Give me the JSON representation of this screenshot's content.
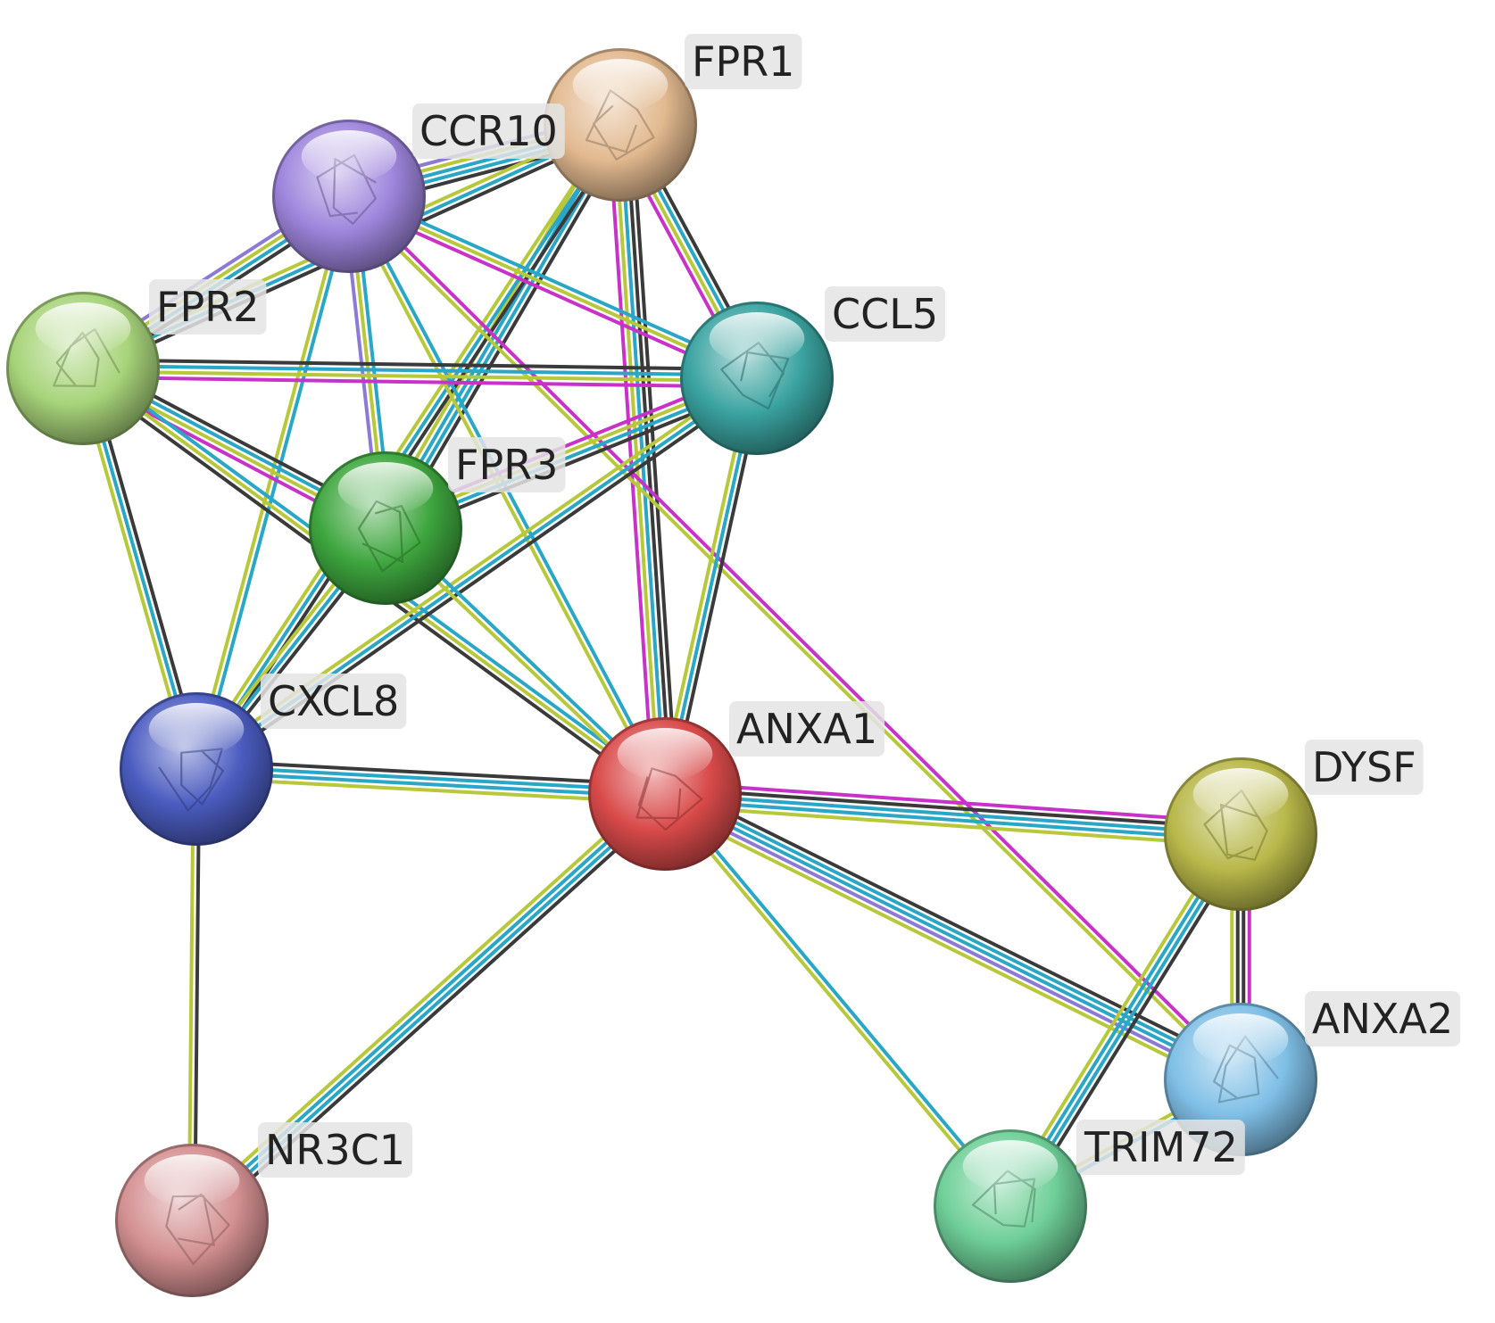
{
  "nodes": [
    {
      "id": "FPR1",
      "label": "FPR1",
      "color": "#e2b98f"
    },
    {
      "id": "CCR10",
      "label": "CCR10",
      "color": "#9e85dc"
    },
    {
      "id": "FPR2",
      "label": "FPR2",
      "color": "#a7d47a"
    },
    {
      "id": "CCL5",
      "label": "CCL5",
      "color": "#3aa3a0"
    },
    {
      "id": "FPR3",
      "label": "FPR3",
      "color": "#3ea63e"
    },
    {
      "id": "CXCL8",
      "label": "CXCL8",
      "color": "#4b5cc0"
    },
    {
      "id": "ANXA1",
      "label": "ANXA1",
      "color": "#d94a4a"
    },
    {
      "id": "DYSF",
      "label": "DYSF",
      "color": "#b8b84a"
    },
    {
      "id": "ANXA2",
      "label": "ANXA2",
      "color": "#7fbfe6"
    },
    {
      "id": "TRIM72",
      "label": "TRIM72",
      "color": "#6fcf98"
    },
    {
      "id": "NR3C1",
      "label": "NR3C1",
      "color": "#d49092"
    }
  ],
  "edge_colors": {
    "black": "#3a3a3a",
    "cyan": "#2aa6c6",
    "olive": "#b7c83a",
    "magenta": "#c832c8",
    "lavender": "#8c7ad6"
  },
  "edges": [
    {
      "source": "FPR1",
      "target": "CCR10",
      "types": [
        "black",
        "cyan",
        "cyan",
        "olive",
        "lavender"
      ]
    },
    {
      "source": "FPR1",
      "target": "FPR2",
      "types": [
        "black",
        "cyan",
        "olive"
      ]
    },
    {
      "source": "FPR1",
      "target": "CCL5",
      "types": [
        "black",
        "cyan",
        "olive",
        "magenta"
      ]
    },
    {
      "source": "FPR1",
      "target": "FPR3",
      "types": [
        "black",
        "cyan",
        "cyan",
        "olive"
      ]
    },
    {
      "source": "FPR1",
      "target": "CXCL8",
      "types": [
        "black",
        "cyan",
        "olive"
      ]
    },
    {
      "source": "FPR1",
      "target": "ANXA1",
      "types": [
        "black",
        "black",
        "cyan",
        "olive",
        "magenta"
      ]
    },
    {
      "source": "CCR10",
      "target": "FPR2",
      "types": [
        "black",
        "cyan",
        "olive",
        "lavender"
      ]
    },
    {
      "source": "CCR10",
      "target": "CCL5",
      "types": [
        "cyan",
        "olive",
        "magenta"
      ]
    },
    {
      "source": "CCR10",
      "target": "FPR3",
      "types": [
        "cyan",
        "olive",
        "lavender"
      ]
    },
    {
      "source": "CCR10",
      "target": "CXCL8",
      "types": [
        "cyan",
        "olive"
      ]
    },
    {
      "source": "CCR10",
      "target": "ANXA1",
      "types": [
        "cyan",
        "olive"
      ]
    },
    {
      "source": "CCR10",
      "target": "ANXA2",
      "types": [
        "magenta",
        "olive"
      ]
    },
    {
      "source": "FPR2",
      "target": "CCL5",
      "types": [
        "black",
        "cyan",
        "olive",
        "magenta"
      ]
    },
    {
      "source": "FPR2",
      "target": "FPR3",
      "types": [
        "black",
        "cyan",
        "olive",
        "magenta"
      ]
    },
    {
      "source": "FPR2",
      "target": "CXCL8",
      "types": [
        "black",
        "cyan",
        "olive"
      ]
    },
    {
      "source": "FPR2",
      "target": "ANXA1",
      "types": [
        "cyan",
        "olive",
        "black"
      ]
    },
    {
      "source": "CCL5",
      "target": "FPR3",
      "types": [
        "black",
        "cyan",
        "olive",
        "magenta"
      ]
    },
    {
      "source": "CCL5",
      "target": "CXCL8",
      "types": [
        "black",
        "cyan",
        "olive"
      ]
    },
    {
      "source": "CCL5",
      "target": "ANXA1",
      "types": [
        "black",
        "cyan",
        "olive"
      ]
    },
    {
      "source": "FPR3",
      "target": "CXCL8",
      "types": [
        "black",
        "cyan",
        "olive"
      ]
    },
    {
      "source": "FPR3",
      "target": "ANXA1",
      "types": [
        "cyan",
        "olive"
      ]
    },
    {
      "source": "CXCL8",
      "target": "ANXA1",
      "types": [
        "black",
        "cyan",
        "cyan",
        "olive"
      ]
    },
    {
      "source": "CXCL8",
      "target": "NR3C1",
      "types": [
        "black",
        "olive"
      ]
    },
    {
      "source": "ANXA1",
      "target": "NR3C1",
      "types": [
        "black",
        "cyan",
        "cyan",
        "olive"
      ]
    },
    {
      "source": "ANXA1",
      "target": "DYSF",
      "types": [
        "magenta",
        "black",
        "cyan",
        "cyan",
        "olive"
      ]
    },
    {
      "source": "ANXA1",
      "target": "ANXA2",
      "types": [
        "black",
        "cyan",
        "cyan",
        "lavender",
        "olive"
      ]
    },
    {
      "source": "ANXA1",
      "target": "TRIM72",
      "types": [
        "cyan",
        "olive"
      ]
    },
    {
      "source": "DYSF",
      "target": "ANXA2",
      "types": [
        "magenta",
        "black",
        "black",
        "olive"
      ]
    },
    {
      "source": "DYSF",
      "target": "TRIM72",
      "types": [
        "black",
        "cyan",
        "cyan",
        "olive"
      ]
    },
    {
      "source": "ANXA2",
      "target": "TRIM72",
      "types": [
        "cyan",
        "olive"
      ]
    }
  ]
}
